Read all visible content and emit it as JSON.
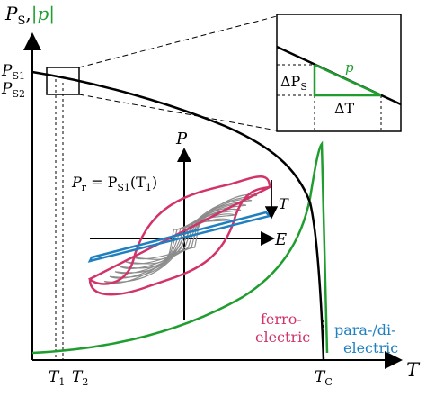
{
  "colors": {
    "axis": "#000000",
    "ps_curve": "#000000",
    "p_curve": "#1f9e2f",
    "ferro_loop": "#d1336a",
    "para_loop": "#1f7fbf",
    "inner_loops": "#8c8c8c",
    "dashed": "#000000"
  },
  "labels": {
    "y_axis_ps": "P",
    "y_axis_ps_sub": "S",
    "y_axis_sep": ",",
    "y_axis_p_abs": "|p|",
    "x_axis": "T",
    "ps1": "P",
    "ps1_sub": "S1",
    "ps2": "P",
    "ps2_sub": "S2",
    "t1": "T",
    "t1_sub": "1",
    "t2": "T",
    "t2_sub": "2",
    "tc": "T",
    "tc_sub": "C",
    "inset_p": "p",
    "inset_dps": "ΔP",
    "inset_dps_sub": "S",
    "inset_dt": "ΔT",
    "loop_p_axis": "P",
    "loop_e_axis": "E",
    "loop_t_arrow": "T",
    "pr_eq_left": "P",
    "pr_eq_left_sub": "r",
    "pr_eq_mid": " = P",
    "pr_eq_mid_sub": "S1",
    "pr_eq_right": "(T",
    "pr_eq_right_sub": "1",
    "pr_eq_close": ")",
    "ferro_line1": "ferro-",
    "ferro_line2": "electric",
    "para_line1": "para-/di-",
    "para_line2": "electric"
  }
}
